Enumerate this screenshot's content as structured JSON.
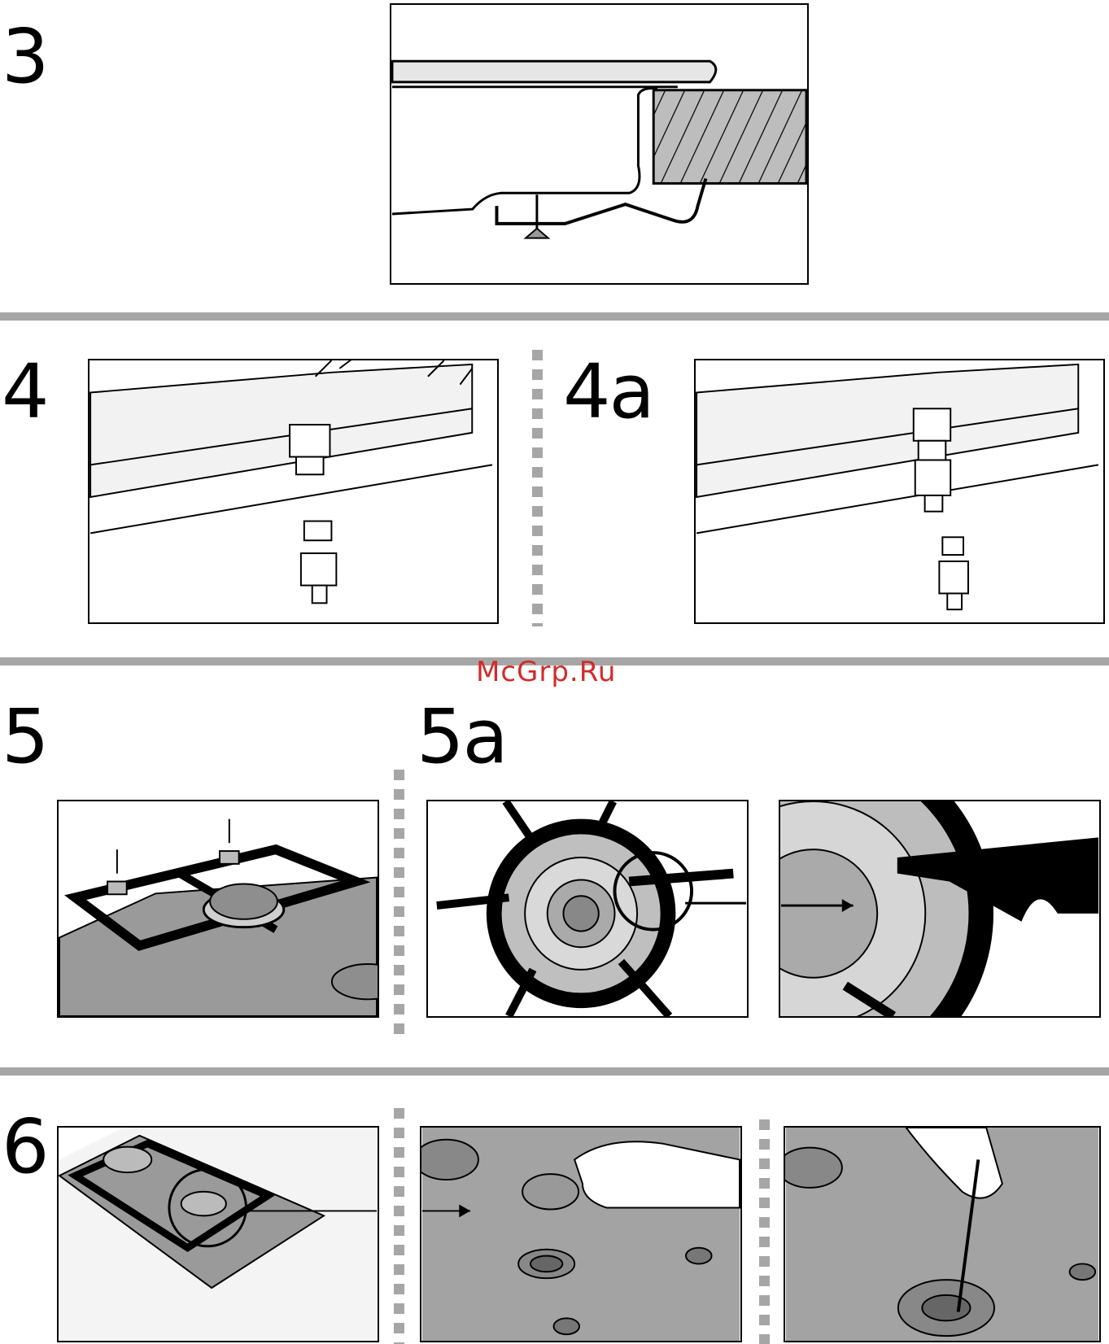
{
  "steps": {
    "step3": "3",
    "step4": "4",
    "step4a": "4a",
    "step5": "5",
    "step5a": "5a",
    "step6": "6"
  },
  "watermark": "McGrp.Ru",
  "colors": {
    "separator": "#a6a6a6",
    "watermark": "#d42a2a",
    "line": "#000000"
  }
}
